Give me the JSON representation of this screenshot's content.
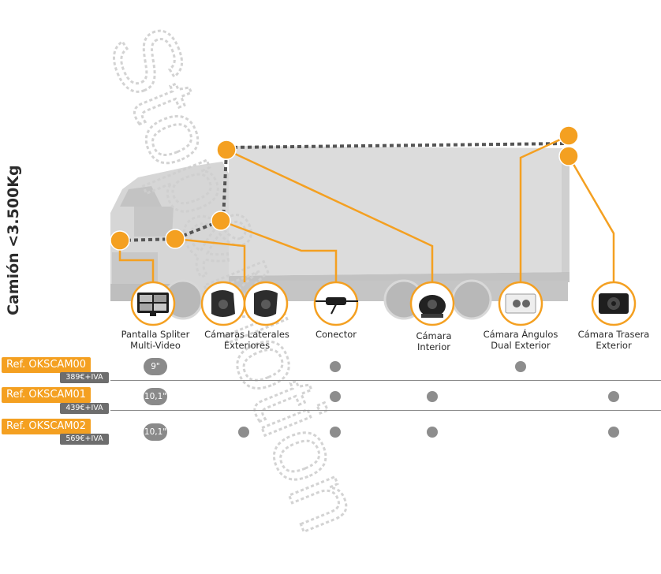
{
  "vertical_title": "Camión <3.500Kg",
  "watermark": "Stop&Motion",
  "colors": {
    "accent": "#f4a021",
    "dot": "#8d8d8d",
    "price_bg": "#6d6d6d"
  },
  "products": [
    {
      "line1": "Pantalla Spliter",
      "line2": "Multi-Video"
    },
    {
      "line1": "Cámaras Laterales",
      "line2": "Exteriores"
    },
    {
      "line1": "Conector",
      "line2": ""
    },
    {
      "line1": "Cámara",
      "line2": "Interior"
    },
    {
      "line1": "Cámara Ángulos",
      "line2": "Dual Exterior"
    },
    {
      "line1": "Cámara Trasera",
      "line2": "Exterior"
    }
  ],
  "kits": [
    {
      "ref": "Ref. OKSCAM00",
      "price": "389€+IVA",
      "screen": "9\"",
      "includes": [
        false,
        true,
        false,
        true,
        false
      ]
    },
    {
      "ref": "Ref. OKSCAM01",
      "price": "439€+IVA",
      "screen": "10,1\"",
      "includes": [
        false,
        true,
        true,
        false,
        true
      ]
    },
    {
      "ref": "Ref. OKSCAM02",
      "price": "569€+IVA",
      "screen": "10,1\"",
      "includes": [
        true,
        true,
        true,
        false,
        true
      ]
    }
  ]
}
